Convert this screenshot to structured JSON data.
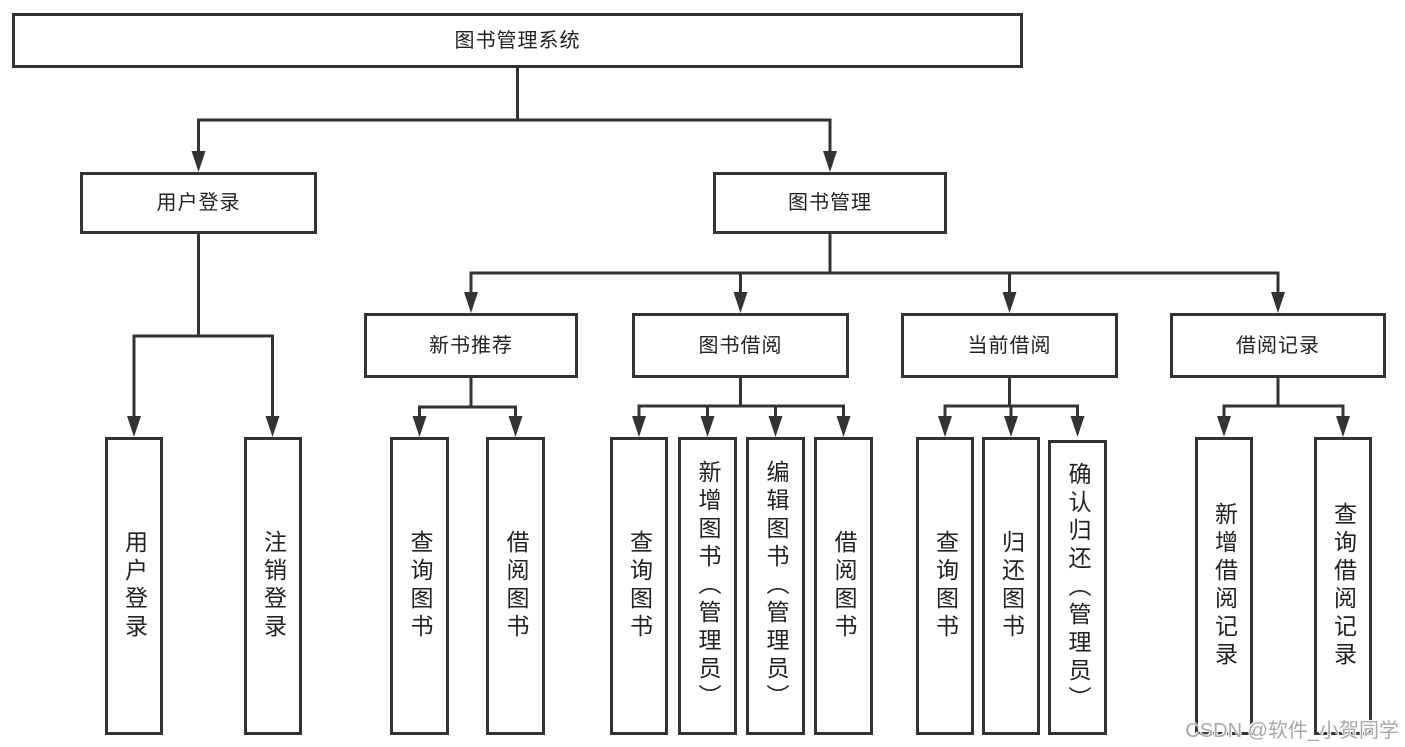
{
  "tree": {
    "label": "图书管理系统",
    "children": [
      {
        "label": "用户登录",
        "children": [
          {
            "label": "用户登录"
          },
          {
            "label": "注销登录"
          }
        ]
      },
      {
        "label": "图书管理",
        "children": [
          {
            "label": "新书推荐",
            "children": [
              {
                "label": "查询图书"
              },
              {
                "label": "借阅图书"
              }
            ]
          },
          {
            "label": "图书借阅",
            "children": [
              {
                "label": "查询图书"
              },
              {
                "label": "新增图书（管理员）"
              },
              {
                "label": "编辑图书（管理员）"
              },
              {
                "label": "借阅图书"
              }
            ]
          },
          {
            "label": "当前借阅",
            "children": [
              {
                "label": "查询图书"
              },
              {
                "label": "归还图书"
              },
              {
                "label": "确认归还（管理员）"
              }
            ]
          },
          {
            "label": "借阅记录",
            "children": [
              {
                "label": "新增借阅记录"
              },
              {
                "label": "查询借阅记录"
              }
            ]
          }
        ]
      }
    ]
  },
  "watermark": {
    "text": "CSDN @软件_小贺同学"
  },
  "colors": {
    "line": "#333333",
    "text": "#222222",
    "watermark": "#a8a8a8",
    "background": "#ffffff"
  }
}
